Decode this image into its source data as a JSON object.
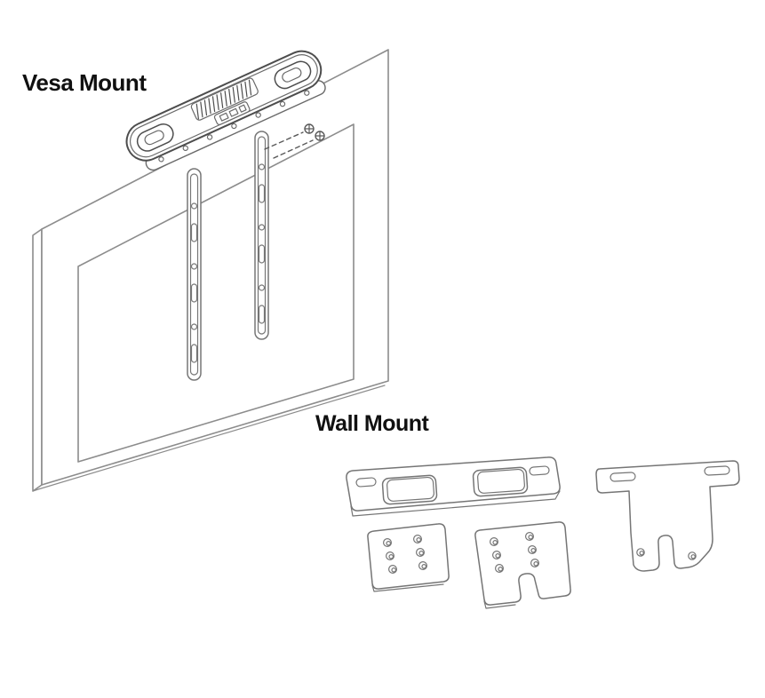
{
  "page": {
    "background": "#ffffff"
  },
  "sections": {
    "vesa": {
      "label": "Vesa Mount"
    },
    "wall": {
      "label": "Wall Mount"
    }
  },
  "colors": {
    "text": "#101010",
    "display_line": "#8c8c8c",
    "rail_line": "#767676",
    "device_line": "#4d4d4d",
    "bracket_line": "#757575",
    "background": "#ffffff"
  },
  "parts": {
    "vesa": [
      "display-panel",
      "video-bar-device",
      "left-vesa-rail",
      "right-vesa-rail",
      "mounting-screws"
    ],
    "wall": [
      "wall-plate",
      "adapter-plate-small",
      "adapter-plate-notched",
      "hook-bracket"
    ]
  }
}
